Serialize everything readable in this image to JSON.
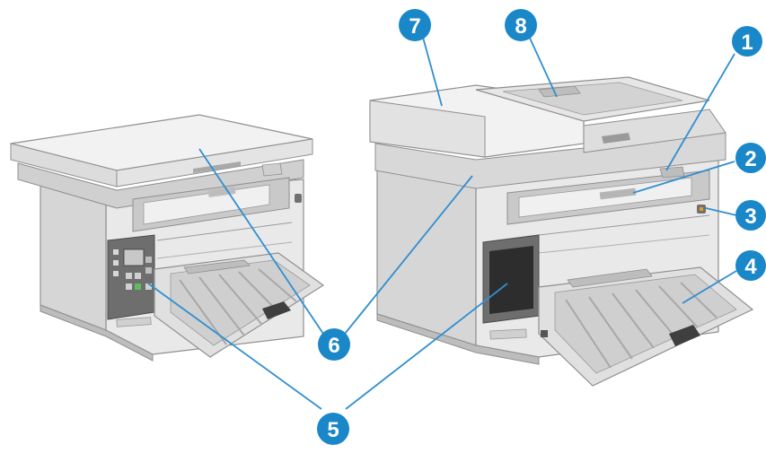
{
  "colors": {
    "callout_fill": "#1a87c9",
    "callout_text": "#ffffff",
    "leader_line": "#2f8fd0",
    "printer_light": "#efefef",
    "printer_mid": "#d9d9d9",
    "printer_shadow": "#b9b9b9",
    "printer_outline": "#8f8f8f",
    "control_panel": "#6e6e6e",
    "touchscreen": "#2d2d2d"
  },
  "callouts": [
    {
      "id": "1",
      "label": "1"
    },
    {
      "id": "2",
      "label": "2"
    },
    {
      "id": "3",
      "label": "3"
    },
    {
      "id": "4",
      "label": "4"
    },
    {
      "id": "5",
      "label": "5"
    },
    {
      "id": "6",
      "label": "6"
    },
    {
      "id": "7",
      "label": "7"
    },
    {
      "id": "8",
      "label": "8"
    }
  ]
}
